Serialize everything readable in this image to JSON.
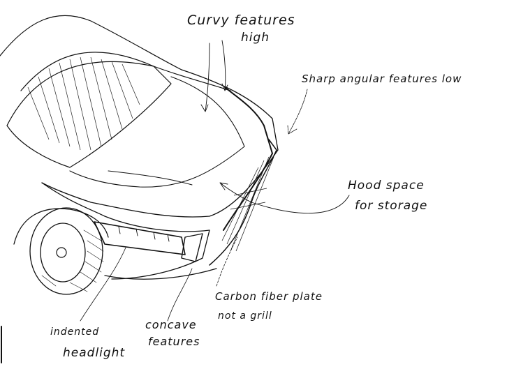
{
  "annotations": {
    "curvy": {
      "line1": "Curvy features",
      "line2": "high"
    },
    "sharp": {
      "line1": "Sharp angular features low"
    },
    "hood": {
      "line1": "Hood space",
      "line2": "for storage"
    },
    "carbon": {
      "line1": "Carbon fiber plate",
      "line2": "not a grill"
    },
    "concave": {
      "line1": "concave",
      "line2": "features"
    },
    "headlight": {
      "line1": "indented",
      "line2": "headlight"
    }
  },
  "colors": {
    "ink": "#111111",
    "paper": "#ffffff"
  }
}
